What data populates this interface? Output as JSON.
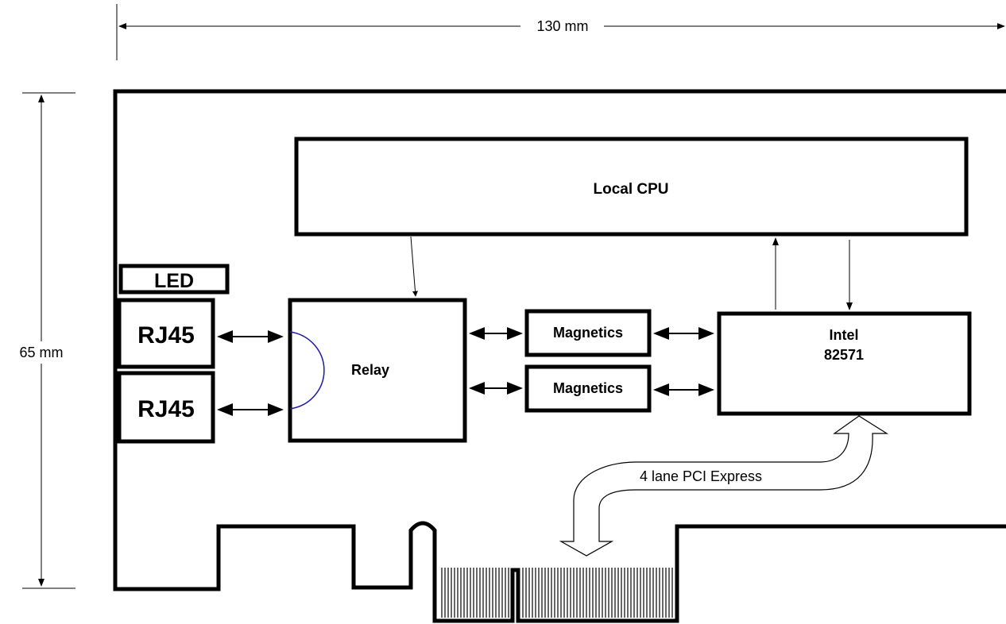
{
  "dimensions": {
    "width_label": "130 mm",
    "height_label": "65 mm"
  },
  "components": {
    "cpu": "Local CPU",
    "led": "LED",
    "rj45_top": "RJ45",
    "rj45_bottom": "RJ45",
    "relay": "Relay",
    "magnetics_top": "Magnetics",
    "magnetics_bottom": "Magnetics",
    "intel_line1": "Intel",
    "intel_line2": "82571"
  },
  "bus": {
    "label": "4 lane PCI Express"
  },
  "colors": {
    "line": "#000000",
    "relay_arc": "#1a1aa6",
    "background": "#ffffff"
  }
}
